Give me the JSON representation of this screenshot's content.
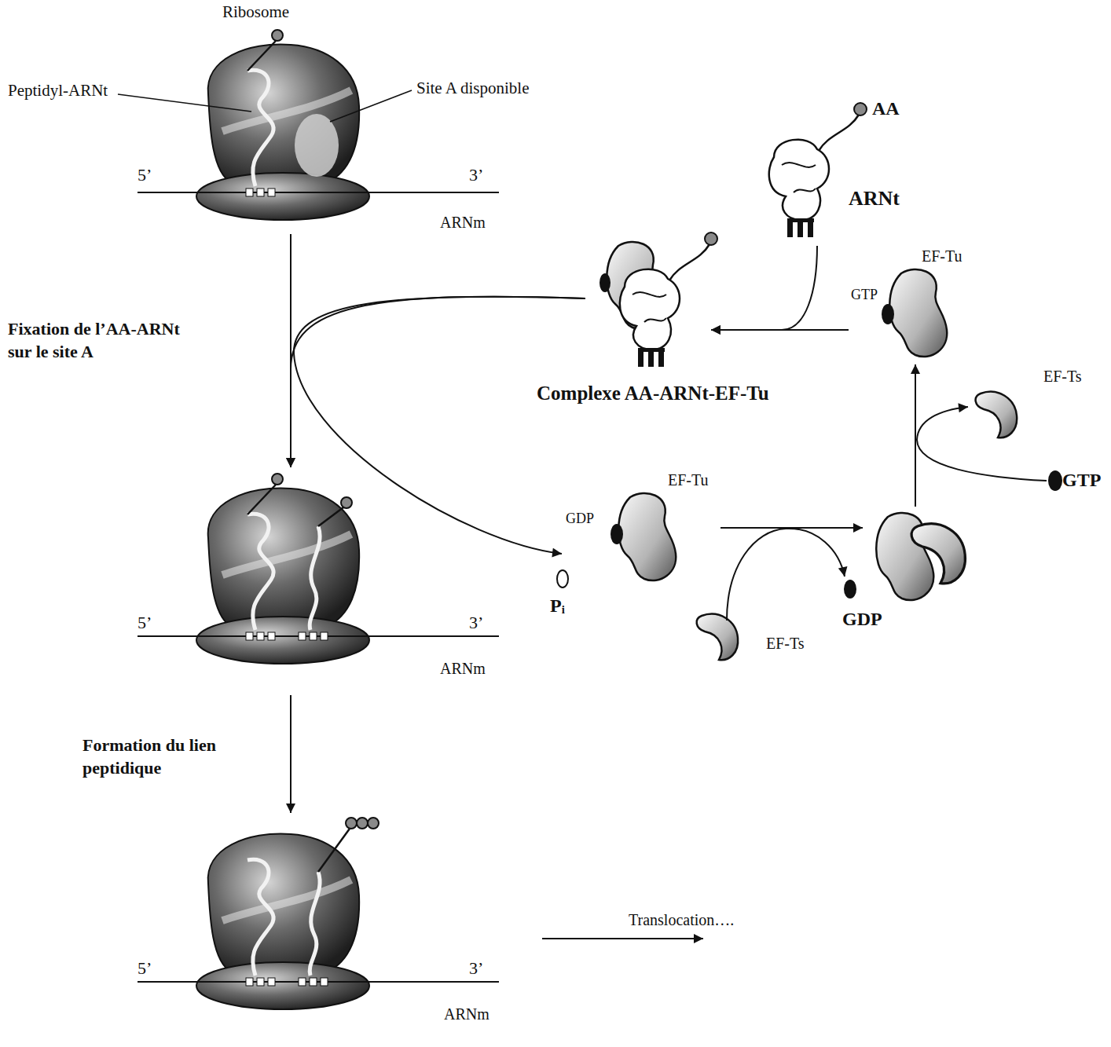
{
  "diagram": {
    "nodes": [
      {
        "text": [
          "5’",
          "3’",
          "ARNm"
        ]
      },
      {
        "text": [
          "5’",
          "3’",
          "ARNm"
        ]
      },
      {
        "text": [
          "5’",
          "3’",
          "ARNm"
        ]
      },
      {
        "text": [
          "AA",
          "ARNt"
        ]
      },
      {
        "text": [
          "EF-Tu",
          "GTP"
        ]
      },
      {
        "text": [
          "Complexe AA-ARNt-EF-Tu"
        ]
      },
      {
        "text": [
          "EF-Tu",
          "GDP"
        ]
      }
    ],
    "edges": [
      {
        "from": 0,
        "to": 1,
        "label": "Fixation de l’AA-ARNt sur le site A",
        "arrow": "to"
      },
      {
        "from": 1,
        "to": 2,
        "label": "Formation du lien peptidique",
        "arrow": "to"
      },
      {
        "from": 3,
        "to": 5,
        "arrow": "to"
      },
      {
        "from": 4,
        "to": 5,
        "arrow": "to"
      },
      {
        "from": 5,
        "to": 1,
        "arrow": "to"
      },
      {
        "from": 5,
        "to": 6,
        "arrow": "to"
      }
    ],
    "labels": [
      "Ribosome",
      "Peptidyl-ARNt",
      "Site A disponible",
      "EF-Ts",
      "GTP",
      "GDP",
      "Pᵢ",
      "EF-Ts",
      "Translocation…."
    ]
  }
}
